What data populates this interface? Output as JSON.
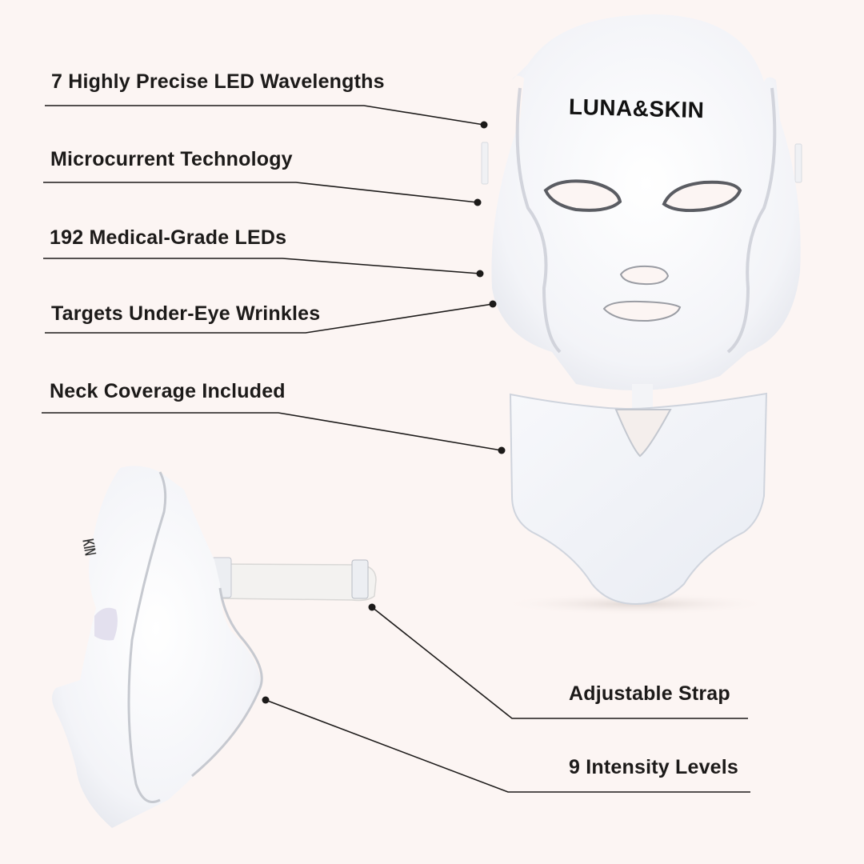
{
  "product": {
    "brand": "LUNA&SKIN",
    "side_brand_partial": "KIN"
  },
  "colors": {
    "background": "#fcf5f3",
    "text": "#1c1a19",
    "line": "#1c1a19",
    "mask_white": "#f4f5f8"
  },
  "features_left": [
    {
      "label": "7 Highly Precise LED Wavelengths"
    },
    {
      "label": "Microcurrent Technology"
    },
    {
      "label": "192 Medical-Grade LEDs"
    },
    {
      "label": "Targets Under-Eye Wrinkles"
    },
    {
      "label": "Neck Coverage Included"
    }
  ],
  "features_right": [
    {
      "label": "Adjustable Strap"
    },
    {
      "label": "9 Intensity Levels"
    }
  ]
}
